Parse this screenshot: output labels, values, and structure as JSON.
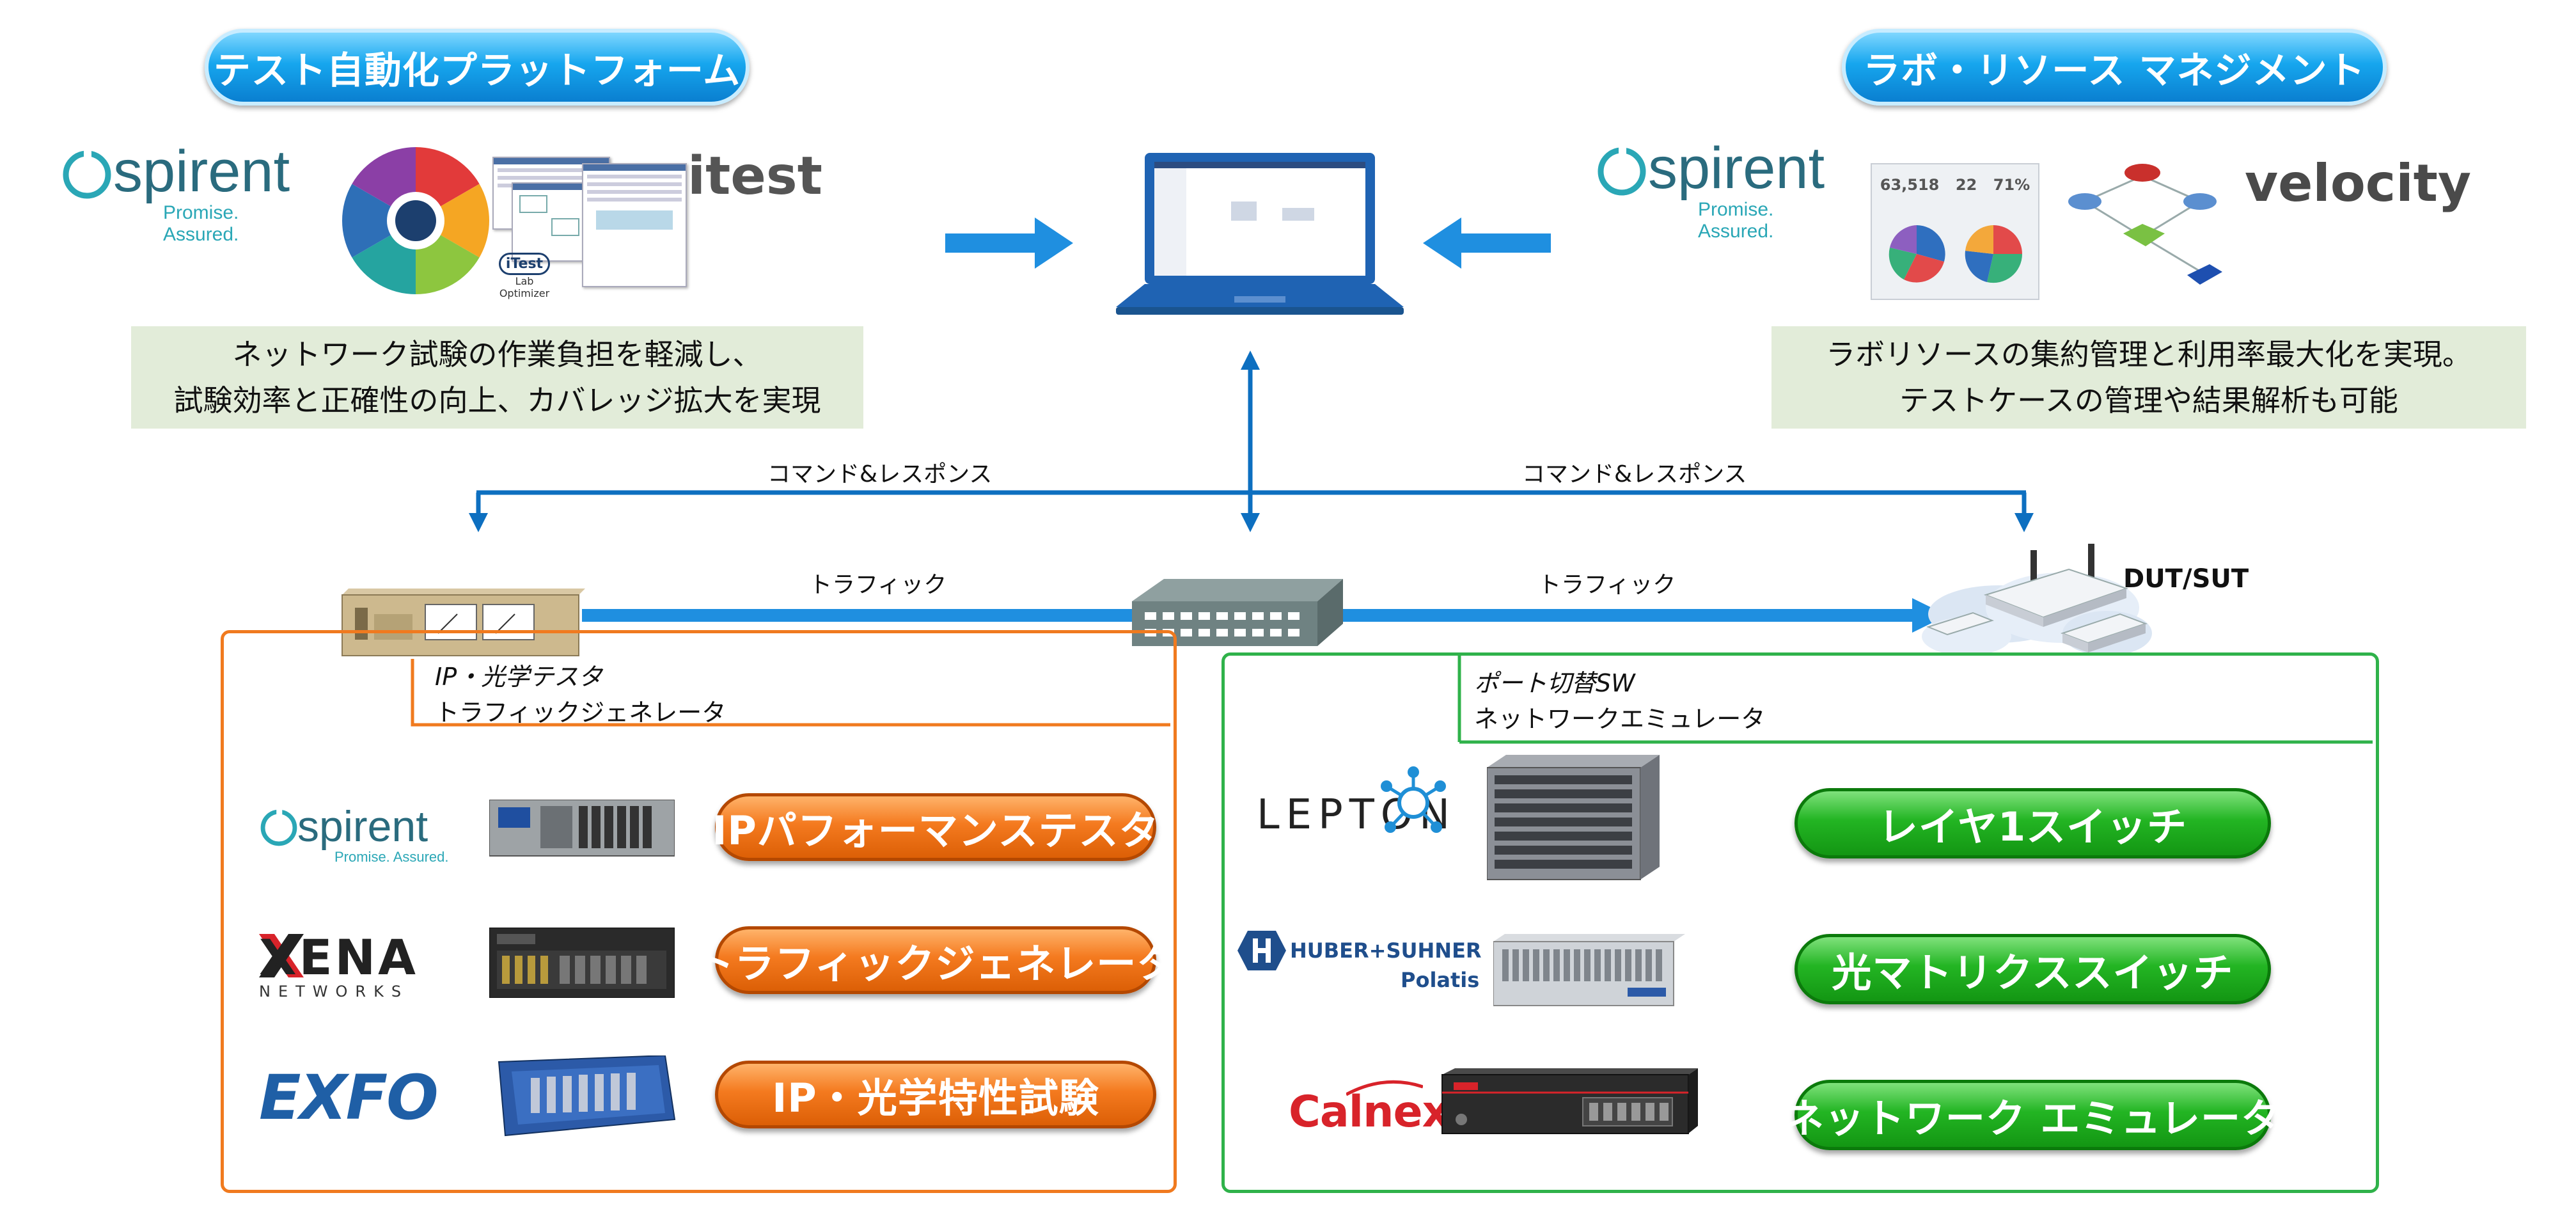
{
  "headers": {
    "left": "テスト自動化プラットフォーム",
    "right": "ラボ・リソース マネジメント"
  },
  "left_product": {
    "brand": "spirent",
    "tagline": "Promise. Assured.",
    "product": "itest",
    "sub_logo": "iTest",
    "sub_logo_caption": "Lab Optimizer"
  },
  "right_product": {
    "brand": "spirent",
    "tagline": "Promise. Assured.",
    "product": "velocity",
    "dashboard_values": [
      "63,518",
      "22",
      "71%"
    ]
  },
  "notes": {
    "left": [
      "ネットワーク試験の作業負担を軽減し、",
      "試験効率と正確性の向上、カバレッジ拡大を実現"
    ],
    "right": [
      "ラボリソースの集約管理と利用率最大化を実現。",
      "テストケースの管理や結果解析も可能"
    ]
  },
  "links": {
    "command_left": "コマンド&レスポンス",
    "command_right": "コマンド&レスポンス",
    "traffic_left": "トラフィック",
    "traffic_right": "トラフィック"
  },
  "dut": "DUT/SUT",
  "tester_label": [
    "IP・光学テスタ",
    "トラフィックジェネレータ"
  ],
  "switch_label": [
    "ポート切替SW",
    "ネットワークエミュレータ"
  ],
  "left_vendors": [
    {
      "brand": "spirent",
      "tagline": "Promise. Assured.",
      "label": "IPパフォーマンステスタ"
    },
    {
      "brand": "XENA",
      "tagline": "NETWORKS",
      "label": "トラフィックジェネレータ"
    },
    {
      "brand": "EXFO",
      "label": "IP・光学特性試験"
    }
  ],
  "right_vendors": [
    {
      "brand": "LEPTON",
      "label": "レイヤ1スイッチ"
    },
    {
      "brand": "HUBER+SUHNER",
      "tagline": "Polatis",
      "label": "光マトリクススイッチ"
    },
    {
      "brand": "Calnex",
      "label": "ネットワーク エミュレータ"
    }
  ],
  "colors": {
    "arrow_blue": "#1f8fe0",
    "connector_blue": "#0d6fc0",
    "orange_box": "#f07a1f",
    "green_box": "#2fb24a",
    "note_bg": "#e2ecd9"
  }
}
